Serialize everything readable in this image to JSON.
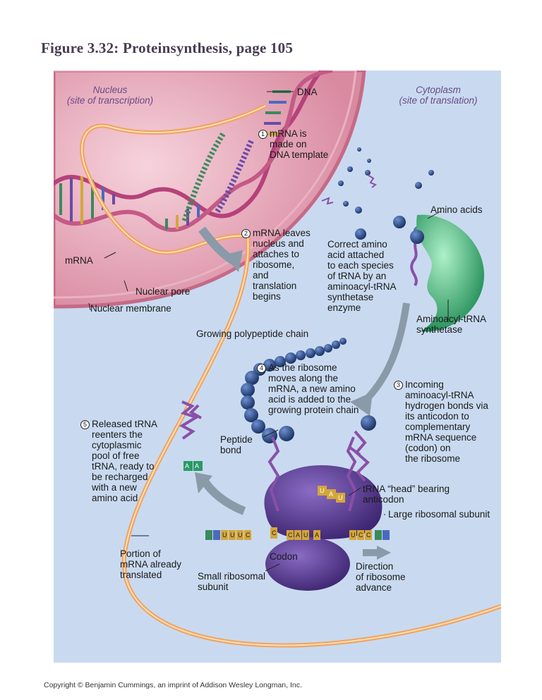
{
  "title": "Figure 3.32: Proteinsynthesis, page 105",
  "labels": {
    "nucleus": "Nucleus\n(site of transcription)",
    "cytoplasm": "Cytoplasm\n(site of translation)",
    "dna": "DNA",
    "step1": "mRNA is\nmade on\nDNA template",
    "step2": "mRNA leaves\nnucleus and\nattaches to\nribosome,\nand\ntranslation\nbegins",
    "mrna": "mRNA",
    "nuclear_pore": "Nuclear pore",
    "nuclear_membrane": "Nuclear membrane",
    "correct_amino": "Correct amino\nacid attached\nto each species\nof tRNA by an\naminoacyl-tRNA\nsynthetase\nenzyme",
    "amino_acids": "Amino acids",
    "synthetase": "Aminoacyl-tRNA\nsynthetase",
    "growing_chain": "Growing polypeptide chain",
    "step4": "As the ribosome\nmoves along the\nmRNA, a new amino\nacid is added to the\ngrowing protein chain",
    "step3": "Incoming\naminoacyl-tRNA\nhydrogen bonds via\nits anticodon to\ncomplementary\nmRNA sequence\n(codon) on\nthe ribosome",
    "step5": "Released tRNA\nreenters the\ncytoplasmic\npool of free\ntRNA, ready to\nbe recharged\nwith a new\namino acid",
    "peptide_bond": "Peptide\nbond",
    "trna_head": "tRNA “head” bearing\nanticodon",
    "large_subunit": "Large ribosomal subunit",
    "portion_translated": "Portion of\nmRNA already\ntranslated",
    "codon": "Codon",
    "small_subunit": "Small ribosomal\nsubunit",
    "direction": "Direction\nof ribosome\nadvance",
    "num1": "1",
    "num2": "2",
    "num3": "3",
    "num4": "4",
    "num5": "5"
  },
  "copyright": "Copyright © Benjamin Cummings, an imprint of Addison Wesley Longman, Inc.",
  "colors": {
    "background": "#c9daf0",
    "nucleus": "#e3a3b4",
    "membrane": "#c56a86",
    "mrna": "#f3a25b",
    "ribosome": "#5a3d8f",
    "synthetase": "#2fa86a",
    "amino_acid": "#24467d",
    "trna": "#8a4fa8",
    "arrow": "#8a9aa8"
  }
}
